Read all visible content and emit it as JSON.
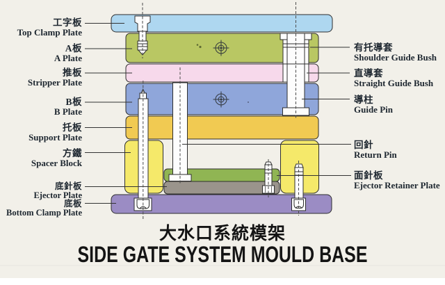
{
  "title": {
    "zh": "大水口系統模架",
    "en": "SIDE GATE SYSTEM MOULD BASE"
  },
  "labels_left": [
    {
      "zh": "工字板",
      "en": "Top Clamp Plate"
    },
    {
      "zh": "A板",
      "en": "A Plate"
    },
    {
      "zh": "推板",
      "en": "Stripper Plate"
    },
    {
      "zh": "B板",
      "en": "B Plate"
    },
    {
      "zh": "托板",
      "en": "Support Plate"
    },
    {
      "zh": "方鐵",
      "en": "Spacer Block"
    },
    {
      "zh": "底針板",
      "en": "Ejector Plate"
    },
    {
      "zh": "底板",
      "en": "Bottom Clamp Plate"
    }
  ],
  "labels_right": [
    {
      "zh": "有托導套",
      "en": "Shoulder Guide Bush"
    },
    {
      "zh": "直導套",
      "en": "Straight Guide Bush"
    },
    {
      "zh": "導柱",
      "en": "Guide Pin"
    },
    {
      "zh": "回針",
      "en": "Return Pin"
    },
    {
      "zh": "面針板",
      "en": "Ejector Retainer Plate"
    }
  ],
  "colors": {
    "background": "#f2f0e9",
    "top_clamp": "#aed7f0",
    "a_plate": "#b9c763",
    "stripper": "#f7d9eb",
    "b_plate": "#8fa6da",
    "support": "#f1ca52",
    "spacer": "#f5e96a",
    "retainer": "#90b553",
    "ejector": "#9a948c",
    "bottom_clamp": "#9b8cc4",
    "pin_fill": "#fdfdfd",
    "outline": "#2e2e2e",
    "text": "#1e2730",
    "title_text": "#141414"
  }
}
